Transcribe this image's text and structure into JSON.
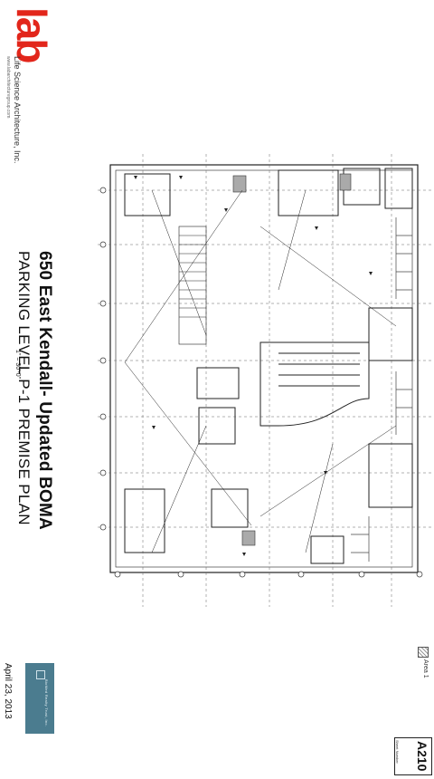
{
  "brand": {
    "logo_word": "lab",
    "tagline": "Life Science Architecture, Inc.",
    "website": "www.labarchitecturegroup.com",
    "accent_color": "#e2261b"
  },
  "title_block": {
    "title": "650 East Kendall- Updated BOMA",
    "subtitle": "PARKING LEVEL P-1 PREMISE PLAN",
    "scale": "1\" = 30'-0\""
  },
  "legend": {
    "area_label": "Area 1",
    "swatch_icon": "hatched-area-swatch-icon"
  },
  "client": {
    "name": "BioMed Realty Trust, Inc.",
    "logo_color": "#4b7c8f"
  },
  "date": "April 23, 2013",
  "sheet": {
    "number": "A210",
    "label": "Sheet Number"
  },
  "plan": {
    "icon": "floor-plan-drawing"
  }
}
